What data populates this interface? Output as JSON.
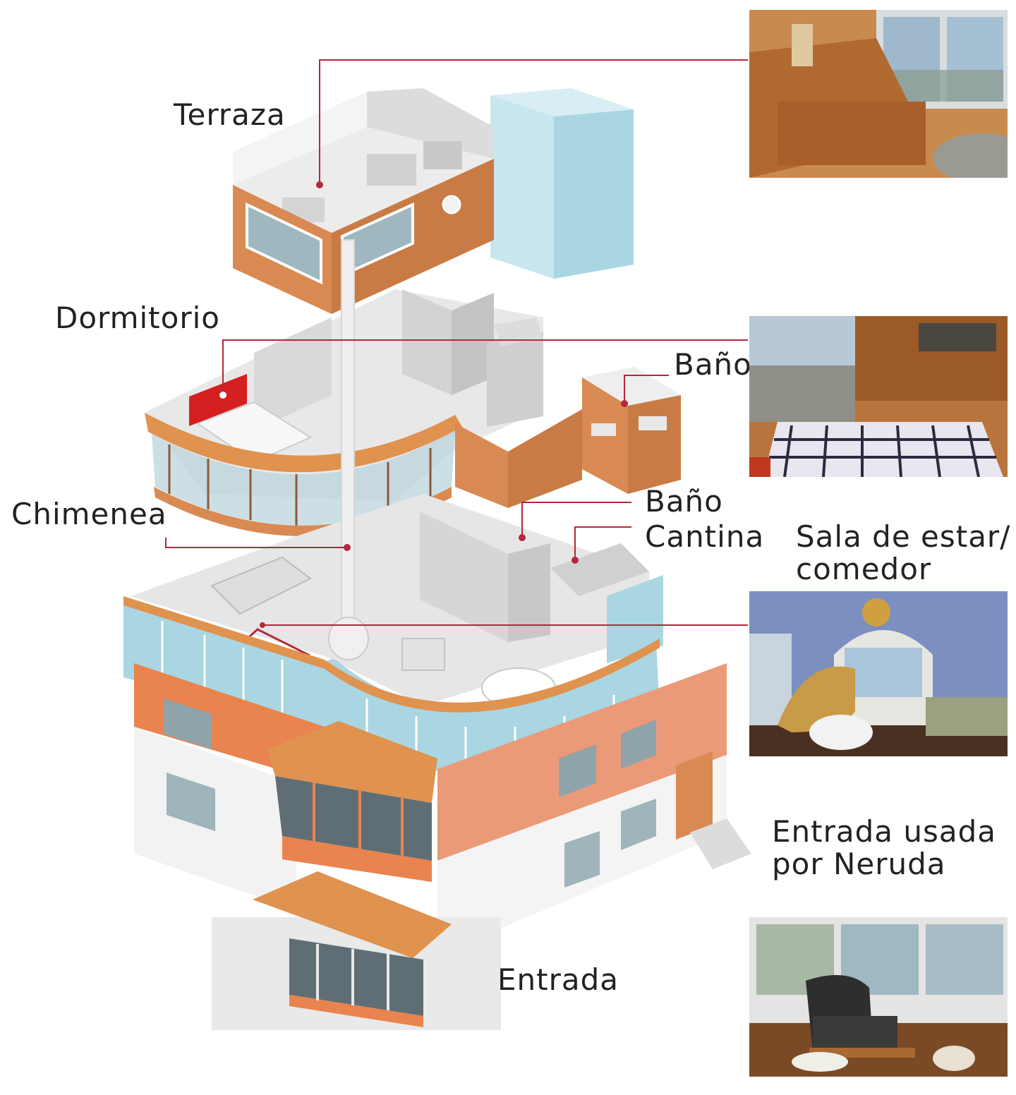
{
  "labels": {
    "terraza": "Terraza",
    "dormitorio": "Dormitorio",
    "bano_upper": "Baño",
    "chimenea": "Chimenea",
    "bano_lower": "Baño",
    "cantina": "Cantina",
    "sala_line1": "Sala de estar/",
    "sala_line2": "comedor",
    "entrada_neruda_line1": "Entrada usada",
    "entrada_neruda_line2": "por Neruda",
    "entrada": "Entrada"
  },
  "colors": {
    "leader_line": "#b3283a",
    "orange_wall": "#d98a52",
    "orange_bright": "#e9834f",
    "light_blue": "#a9d6e2",
    "floor_gray": "#e6e6e6",
    "highlight_red": "#d42020"
  }
}
